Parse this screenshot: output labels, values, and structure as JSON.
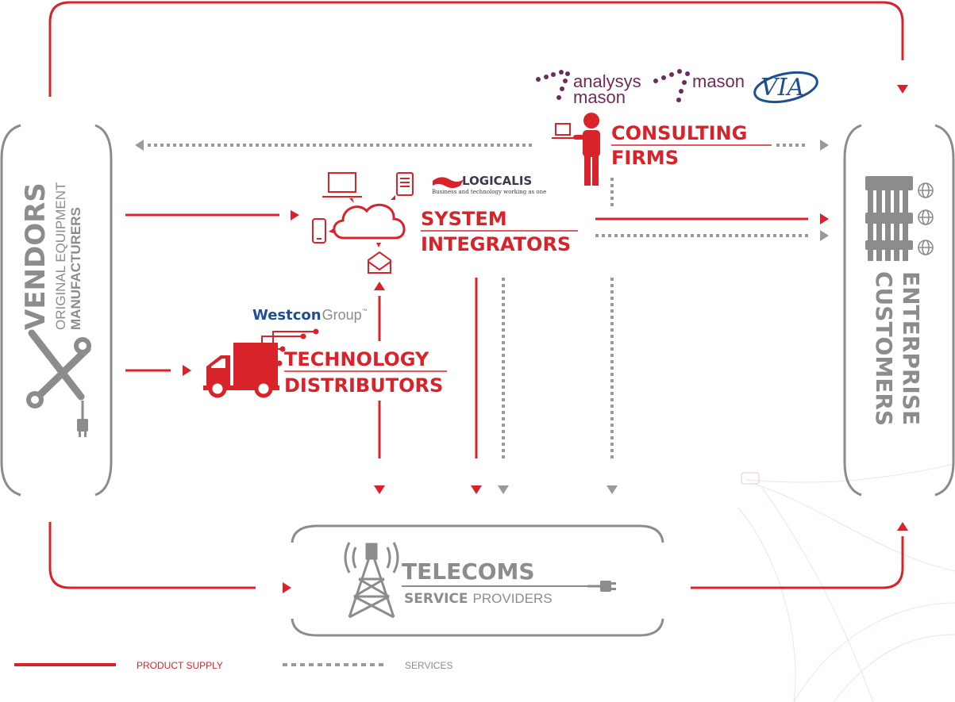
{
  "nodes": {
    "vendors": {
      "title": "VENDORS",
      "subtitle_line1": "ORIGINAL EQUIPMENT",
      "subtitle_line2": "MANUFACTURERS"
    },
    "enterprise": {
      "title": "ENTERPRISE",
      "subtitle": "CUSTOMERS"
    },
    "consulting": {
      "line1": "CONSULTING",
      "line2": "FIRMS"
    },
    "integrators": {
      "line1": "SYSTEM",
      "line2": "INTEGRATORS"
    },
    "distributors": {
      "line1": "TECHNOLOGY",
      "line2": "DISTRIBUTORS"
    },
    "telecoms": {
      "line1": "TELECOMS",
      "line2_bold": "SERVICE",
      "line2_light": "PROVIDERS"
    }
  },
  "logos": {
    "analysys_mason_a": {
      "line1": "analysys",
      "line2": "mason"
    },
    "analysys_mason_b": {
      "text": "mason"
    },
    "via": {
      "text": "VIA"
    },
    "logicalis": {
      "name": "LOGICALIS",
      "tagline": "Business and technology working as one"
    },
    "westcon": {
      "part1": "Westcon",
      "part2": "Group",
      "mark": "™"
    }
  },
  "legend": {
    "product_supply": "PRODUCT SUPPLY",
    "services": "SERVICES"
  },
  "colors": {
    "accent": "#d8232a",
    "gray": "#8c8c8c",
    "purple": "#6e2a5a",
    "navy": "#1f4f8f",
    "logicalis_text": "#3a3a4a"
  },
  "icons": [
    "wrench-screwdriver-icon",
    "plug-icon",
    "server-rack-icon",
    "globe-icon",
    "consultant-person-icon",
    "laptop-icon",
    "cloud-icon",
    "tablet-icon",
    "phone-icon",
    "envelope-icon",
    "delivery-truck-icon",
    "radio-tower-icon",
    "cable-plug-icon",
    "circuit-decoration-icon"
  ]
}
